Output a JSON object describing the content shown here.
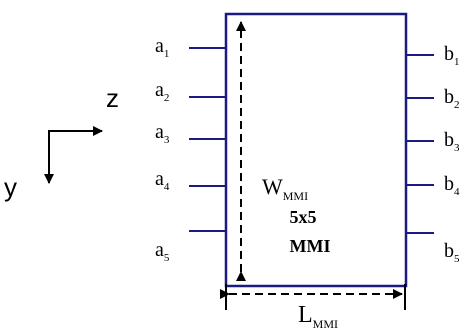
{
  "colors": {
    "box_stroke": "#1a1a80",
    "port_line": "#1a1a80",
    "arrow": "#000000",
    "text": "#000000"
  },
  "axes": {
    "z_label": "z",
    "y_label": "y"
  },
  "device": {
    "width_label_main": "W",
    "width_label_sub": "MMI",
    "length_label_main": "L",
    "length_label_sub": "MMI",
    "name_line1": "5x5",
    "name_line2": "MMI"
  },
  "inputs": [
    {
      "main": "a",
      "sub": "1"
    },
    {
      "main": "a",
      "sub": "2"
    },
    {
      "main": "a",
      "sub": "3"
    },
    {
      "main": "a",
      "sub": "4"
    },
    {
      "main": "a",
      "sub": "5"
    }
  ],
  "outputs": [
    {
      "main": "b",
      "sub": "1"
    },
    {
      "main": "b",
      "sub": "2"
    },
    {
      "main": "b",
      "sub": "3"
    },
    {
      "main": "b",
      "sub": "4"
    },
    {
      "main": "b",
      "sub": "5"
    }
  ]
}
